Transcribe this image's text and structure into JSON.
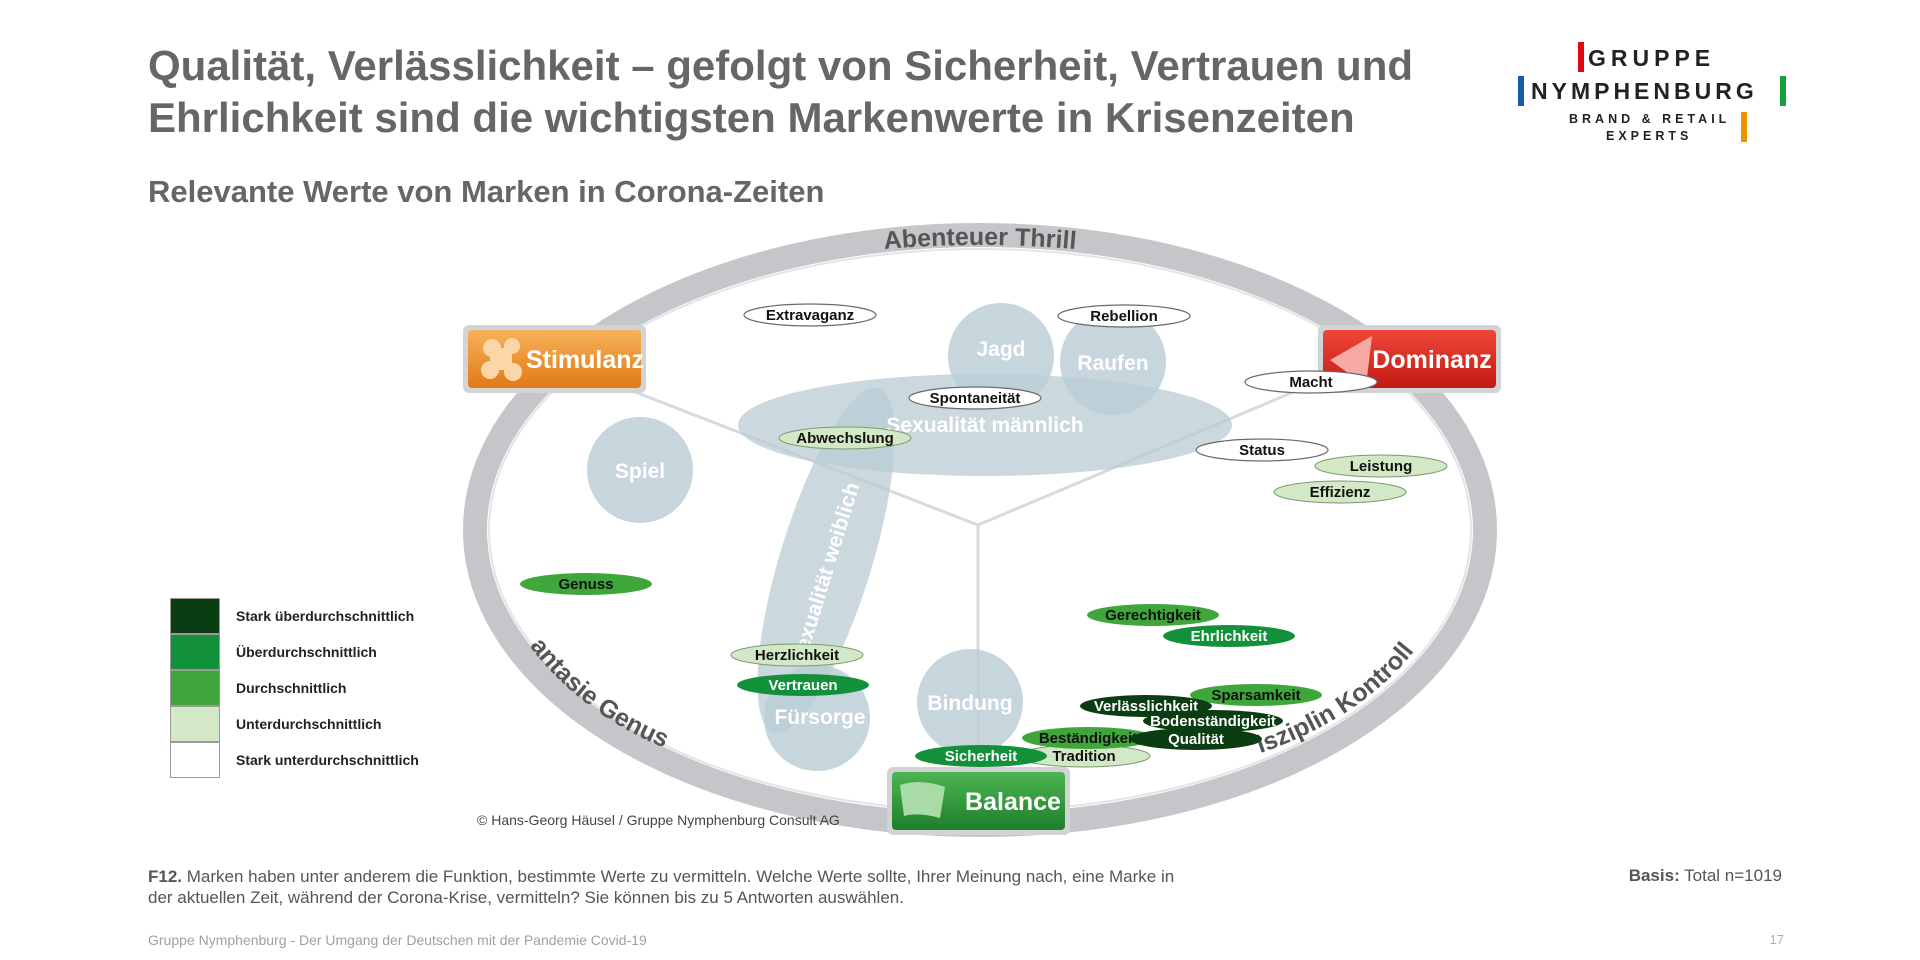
{
  "header": {
    "title": "Qualität, Verlässlichkeit – gefolgt von Sicherheit, Vertrauen und Ehrlichkeit sind die wichtigsten Markenwerte in Krisenzeiten",
    "subtitle": "Relevante Werte von Marken in Corona-Zeiten"
  },
  "logo": {
    "line1": "GRUPPE",
    "line2": "NYMPHENBURG",
    "line3": "BRAND & RETAIL",
    "line4": "EXPERTS",
    "colors": {
      "red": "#e30613",
      "blue": "#1a5aa8",
      "green": "#14a03c",
      "orange": "#f39200"
    }
  },
  "diagram": {
    "arcs": {
      "top": "Abenteuer Thrill",
      "left": "Fantasie Genuss",
      "right": "Disziplin Kontrolle"
    },
    "poles": {
      "stimulanz": {
        "label": "Stimulanz",
        "color": "#f0922e"
      },
      "dominanz": {
        "label": "Dominanz",
        "color": "#e2261c"
      },
      "balance": {
        "label": "Balance",
        "color": "#2e9a3a"
      }
    },
    "zones": {
      "jagd": "Jagd",
      "raufen": "Raufen",
      "sex_m": "Sexualität männlich",
      "sex_w": "Sexualität weiblich",
      "spiel": "Spiel",
      "bindung": "Bindung",
      "fuersorge": "Fürsorge"
    },
    "levels": {
      "stark_ueber": "#0b3d12",
      "ueber": "#13913a",
      "durch": "#3ea63b",
      "unter": "#d2e8c6",
      "stark_unter": "#ffffff"
    },
    "values": {
      "extravaganz": "Extravaganz",
      "rebellion": "Rebellion",
      "macht": "Macht",
      "spontaneitaet": "Spontaneität",
      "abwechslung": "Abwechslung",
      "status": "Status",
      "leistung": "Leistung",
      "effizienz": "Effizienz",
      "genuss": "Genuss",
      "gerechtigkeit": "Gerechtigkeit",
      "ehrlichkeit": "Ehrlichkeit",
      "herzlichkeit": "Herzlichkeit",
      "vertrauen": "Vertrauen",
      "verlaesslichkeit": "Verlässlichkeit",
      "sparsamkeit": "Sparsamkeit",
      "bodenstaendigkeit": "Bodenständigkeit",
      "bestaendigkeit": "Beständigkeit",
      "qualitaet": "Qualität",
      "sicherheit": "Sicherheit",
      "tradition": "Tradition"
    }
  },
  "legend": {
    "items": [
      {
        "label": "Stark überdurchschnittlich",
        "color": "#0b3d12"
      },
      {
        "label": "Überdurchschnittlich",
        "color": "#13913a"
      },
      {
        "label": "Durchschnittlich",
        "color": "#3ea63b"
      },
      {
        "label": "Unterdurchschnittlich",
        "color": "#d2e8c6"
      },
      {
        "label": "Stark unterdurchschnittlich",
        "color": "#ffffff"
      }
    ]
  },
  "copyright": "© Hans-Georg Häusel / Gruppe Nymphenburg Consult AG",
  "question": {
    "label": "F12.",
    "text": "Marken haben unter anderem die Funktion, bestimmte Werte zu vermitteln. Welche Werte sollte, Ihrer Meinung nach, eine Marke in der aktuellen Zeit, während der Corona-Krise, vermitteln? Sie können bis zu 5 Antworten auswählen."
  },
  "basis": {
    "label": "Basis:",
    "value": "Total n=1019"
  },
  "footer": "Gruppe Nymphenburg - Der Umgang der Deutschen mit der Pandemie Covid-19",
  "page_number": "17"
}
